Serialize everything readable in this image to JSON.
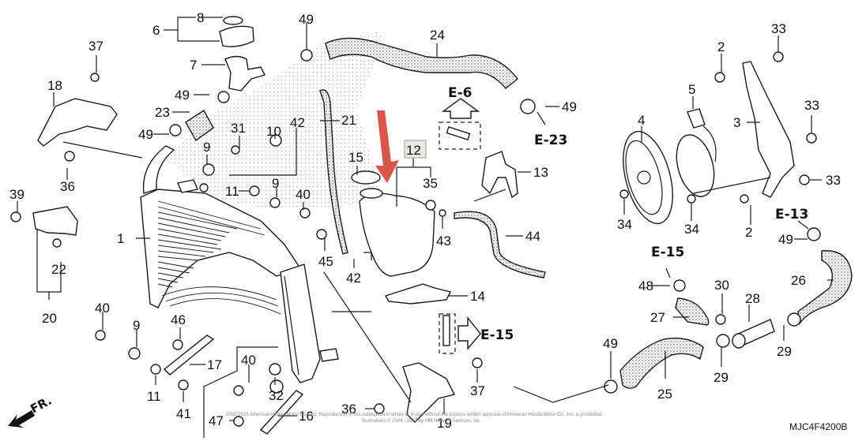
{
  "diagram": {
    "title": "Radiator exploded parts diagram",
    "diagram_code": "MJC4F4200B",
    "front_indicator": "FR.",
    "copyright": "2002-2015 American Honda Motor Co., Inc. Reproduction of this publication in whole or in part without the express written approval of American Honda Motor Co., Inc. is prohibited.",
    "copyright_line2": "Illustrations © 2004 - 2017 by ARI Network Services, Inc.",
    "highlighted_part": "12",
    "accent_color": "#d9473a",
    "references": [
      "E-6",
      "E-23",
      "E-15",
      "E-13",
      "E-15"
    ],
    "callouts": [
      {
        "id": "c1",
        "label": "1"
      },
      {
        "id": "c2a",
        "label": "2"
      },
      {
        "id": "c2b",
        "label": "2"
      },
      {
        "id": "c3",
        "label": "3"
      },
      {
        "id": "c4",
        "label": "4"
      },
      {
        "id": "c5",
        "label": "5"
      },
      {
        "id": "c6",
        "label": "6"
      },
      {
        "id": "c7",
        "label": "7"
      },
      {
        "id": "c8",
        "label": "8"
      },
      {
        "id": "c9a",
        "label": "9"
      },
      {
        "id": "c9b",
        "label": "9"
      },
      {
        "id": "c9c",
        "label": "9"
      },
      {
        "id": "c10",
        "label": "10"
      },
      {
        "id": "c11a",
        "label": "11"
      },
      {
        "id": "c11b",
        "label": "11"
      },
      {
        "id": "c12",
        "label": "12"
      },
      {
        "id": "c13",
        "label": "13"
      },
      {
        "id": "c14",
        "label": "14"
      },
      {
        "id": "c15",
        "label": "15"
      },
      {
        "id": "c16",
        "label": "16"
      },
      {
        "id": "c17",
        "label": "17"
      },
      {
        "id": "c18",
        "label": "18"
      },
      {
        "id": "c19",
        "label": "19"
      },
      {
        "id": "c20",
        "label": "20"
      },
      {
        "id": "c21",
        "label": "21"
      },
      {
        "id": "c22",
        "label": "22"
      },
      {
        "id": "c23",
        "label": "23"
      },
      {
        "id": "c24",
        "label": "24"
      },
      {
        "id": "c25",
        "label": "25"
      },
      {
        "id": "c26",
        "label": "26"
      },
      {
        "id": "c27",
        "label": "27"
      },
      {
        "id": "c28",
        "label": "28"
      },
      {
        "id": "c29a",
        "label": "29"
      },
      {
        "id": "c29b",
        "label": "29"
      },
      {
        "id": "c30",
        "label": "30"
      },
      {
        "id": "c31",
        "label": "31"
      },
      {
        "id": "c32",
        "label": "32"
      },
      {
        "id": "c33a",
        "label": "33"
      },
      {
        "id": "c33b",
        "label": "33"
      },
      {
        "id": "c33c",
        "label": "33"
      },
      {
        "id": "c34a",
        "label": "34"
      },
      {
        "id": "c34b",
        "label": "34"
      },
      {
        "id": "c35",
        "label": "35"
      },
      {
        "id": "c36a",
        "label": "36"
      },
      {
        "id": "c36b",
        "label": "36"
      },
      {
        "id": "c37a",
        "label": "37"
      },
      {
        "id": "c37b",
        "label": "37"
      },
      {
        "id": "c39",
        "label": "39"
      },
      {
        "id": "c40a",
        "label": "40"
      },
      {
        "id": "c40b",
        "label": "40"
      },
      {
        "id": "c40c",
        "label": "40"
      },
      {
        "id": "c41",
        "label": "41"
      },
      {
        "id": "c42a",
        "label": "42"
      },
      {
        "id": "c42b",
        "label": "42"
      },
      {
        "id": "c43",
        "label": "43"
      },
      {
        "id": "c44",
        "label": "44"
      },
      {
        "id": "c45",
        "label": "45"
      },
      {
        "id": "c46",
        "label": "46"
      },
      {
        "id": "c47",
        "label": "47"
      },
      {
        "id": "c48",
        "label": "48"
      },
      {
        "id": "c49a",
        "label": "49"
      },
      {
        "id": "c49b",
        "label": "49"
      },
      {
        "id": "c49c",
        "label": "49"
      },
      {
        "id": "c49d",
        "label": "49"
      },
      {
        "id": "c49e",
        "label": "49"
      },
      {
        "id": "c49f",
        "label": "49"
      }
    ]
  }
}
